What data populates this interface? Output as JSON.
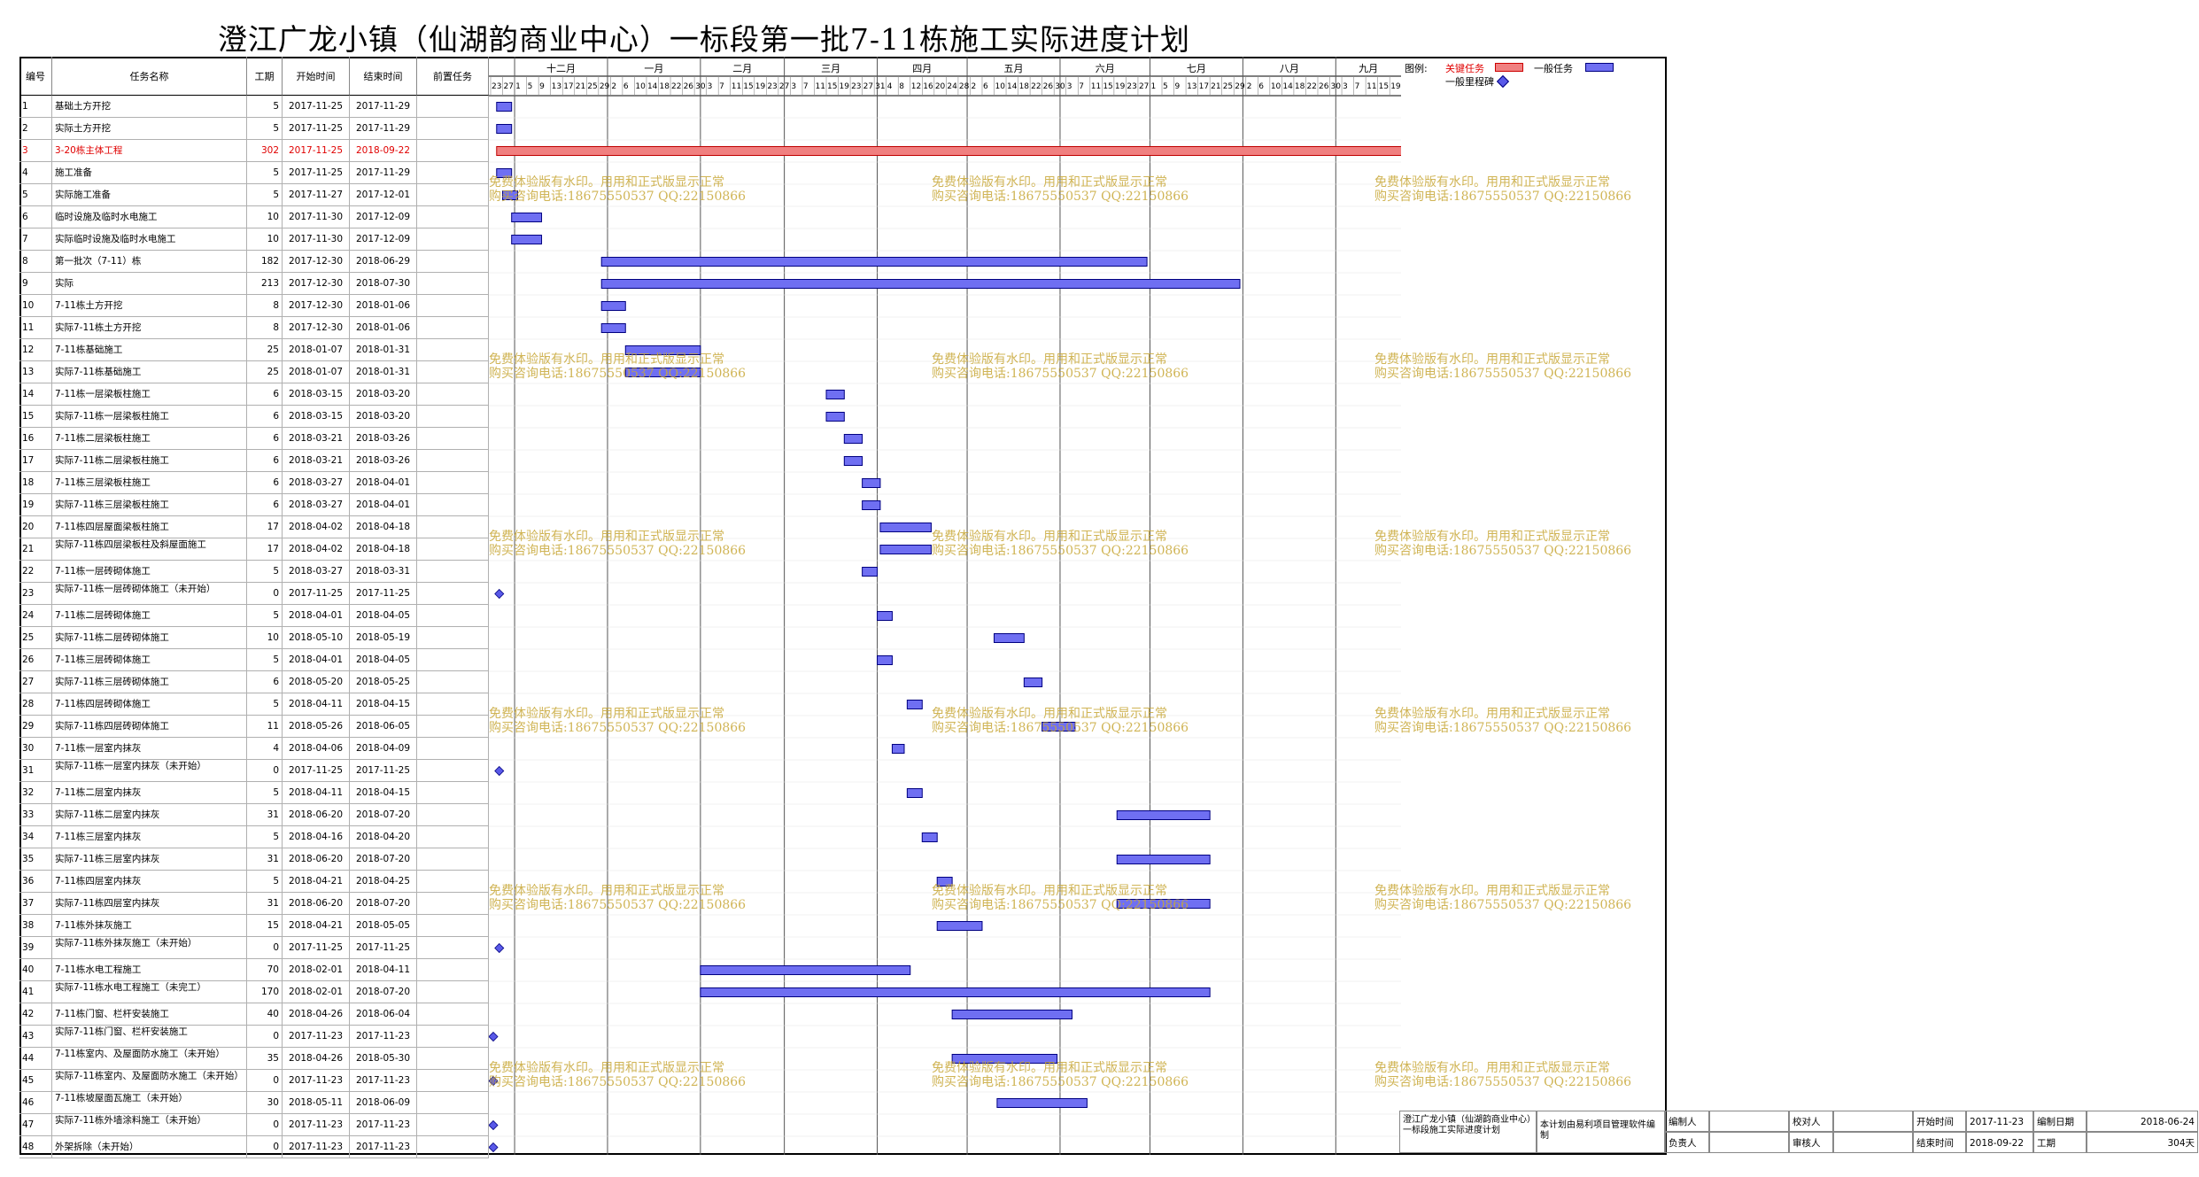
{
  "title": "澄江广龙小镇（仙湖韵商业中心）一标段第一批7-11栋施工实际进度计划",
  "columns": [
    "编号",
    "任务名称",
    "工期",
    "开始时间",
    "结束时间",
    "前置任务"
  ],
  "months": [
    "十二月",
    "一月",
    "二月",
    "三月",
    "四月",
    "五月",
    "六月",
    "七月",
    "八月",
    "九月"
  ],
  "days": [
    "23",
    "27",
    "1",
    "5",
    "9",
    "13",
    "17",
    "21",
    "25",
    "29",
    "2",
    "6",
    "10",
    "14",
    "18",
    "22",
    "26",
    "30",
    "3",
    "7",
    "11",
    "15",
    "19",
    "23",
    "27",
    "3",
    "7",
    "11",
    "15",
    "19",
    "23",
    "27",
    "31",
    "4",
    "8",
    "12",
    "16",
    "20",
    "24",
    "28",
    "2",
    "6",
    "10",
    "14",
    "18",
    "22",
    "26",
    "30",
    "3",
    "7",
    "11",
    "15",
    "19",
    "23",
    "27",
    "1",
    "5",
    "9",
    "13",
    "17",
    "21",
    "25",
    "29",
    "2",
    "6",
    "10",
    "14",
    "18",
    "22",
    "26",
    "30",
    "3",
    "7",
    "11",
    "15",
    "19"
  ],
  "legend": {
    "label": "图例:",
    "critical": "关键任务",
    "normal": "一般任务",
    "milestone": "一般里程碑"
  },
  "colors": {
    "critical": "#f08080",
    "normal": "#6f6ff2",
    "milestone": "#5959e8",
    "watermark": "#c8a838"
  },
  "watermark": {
    "line1": "免费体验版有水印。用用和正式版显示正常",
    "line2": "购买咨询电话:18675550537 QQ:22150866"
  },
  "chart_data": {
    "type": "gantt",
    "title": "澄江广龙小镇（仙湖韵商业中心）一标段第一批7-11栋施工实际进度计划",
    "x_range": [
      "2017-11-23",
      "2018-09-22"
    ],
    "tasks": [
      {
        "id": "1",
        "name": "基础土方开挖",
        "duration": 5,
        "start": "2017-11-25",
        "end": "2017-11-29",
        "kind": "normal"
      },
      {
        "id": "2",
        "name": "实际土方开挖",
        "duration": 5,
        "start": "2017-11-25",
        "end": "2017-11-29",
        "kind": "normal"
      },
      {
        "id": "3",
        "name": "3-20栋主体工程",
        "duration": 302,
        "start": "2017-11-25",
        "end": "2018-09-22",
        "kind": "critical"
      },
      {
        "id": "4",
        "name": "施工准备",
        "duration": 5,
        "start": "2017-11-25",
        "end": "2017-11-29",
        "kind": "normal"
      },
      {
        "id": "5",
        "name": "实际施工准备",
        "duration": 5,
        "start": "2017-11-27",
        "end": "2017-12-01",
        "kind": "normal"
      },
      {
        "id": "6",
        "name": "临时设施及临时水电施工",
        "duration": 10,
        "start": "2017-11-30",
        "end": "2017-12-09",
        "kind": "normal"
      },
      {
        "id": "7",
        "name": "实际临时设施及临时水电施工",
        "duration": 10,
        "start": "2017-11-30",
        "end": "2017-12-09",
        "kind": "normal"
      },
      {
        "id": "8",
        "name": "第一批次（7-11）栋",
        "duration": 182,
        "start": "2017-12-30",
        "end": "2018-06-29",
        "kind": "normal"
      },
      {
        "id": "9",
        "name": "实际",
        "duration": 213,
        "start": "2017-12-30",
        "end": "2018-07-30",
        "kind": "normal"
      },
      {
        "id": "10",
        "name": "7-11栋土方开挖",
        "duration": 8,
        "start": "2017-12-30",
        "end": "2018-01-06",
        "kind": "normal"
      },
      {
        "id": "11",
        "name": "实际7-11栋土方开挖",
        "duration": 8,
        "start": "2017-12-30",
        "end": "2018-01-06",
        "kind": "normal"
      },
      {
        "id": "12",
        "name": "7-11栋基础施工",
        "duration": 25,
        "start": "2018-01-07",
        "end": "2018-01-31",
        "kind": "normal"
      },
      {
        "id": "13",
        "name": "实际7-11栋基础施工",
        "duration": 25,
        "start": "2018-01-07",
        "end": "2018-01-31",
        "kind": "normal"
      },
      {
        "id": "14",
        "name": "7-11栋一层梁板柱施工",
        "duration": 6,
        "start": "2018-03-15",
        "end": "2018-03-20",
        "kind": "normal"
      },
      {
        "id": "15",
        "name": "实际7-11栋一层梁板柱施工",
        "duration": 6,
        "start": "2018-03-15",
        "end": "2018-03-20",
        "kind": "normal"
      },
      {
        "id": "16",
        "name": "7-11栋二层梁板柱施工",
        "duration": 6,
        "start": "2018-03-21",
        "end": "2018-03-26",
        "kind": "normal"
      },
      {
        "id": "17",
        "name": "实际7-11栋二层梁板柱施工",
        "duration": 6,
        "start": "2018-03-21",
        "end": "2018-03-26",
        "kind": "normal"
      },
      {
        "id": "18",
        "name": "7-11栋三层梁板柱施工",
        "duration": 6,
        "start": "2018-03-27",
        "end": "2018-04-01",
        "kind": "normal"
      },
      {
        "id": "19",
        "name": "实际7-11栋三层梁板柱施工",
        "duration": 6,
        "start": "2018-03-27",
        "end": "2018-04-01",
        "kind": "normal"
      },
      {
        "id": "20",
        "name": "7-11栋四层屋面梁板柱施工",
        "duration": 17,
        "start": "2018-04-02",
        "end": "2018-04-18",
        "kind": "normal"
      },
      {
        "id": "21",
        "name": "实际7-11栋四层梁板柱及斜屋面施工",
        "duration": 17,
        "start": "2018-04-02",
        "end": "2018-04-18",
        "kind": "normal"
      },
      {
        "id": "22",
        "name": "7-11栋一层砖砌体施工",
        "duration": 5,
        "start": "2018-03-27",
        "end": "2018-03-31",
        "kind": "normal"
      },
      {
        "id": "23",
        "name": "实际7-11栋一层砖砌体施工（未开始）",
        "duration": 0,
        "start": "2017-11-25",
        "end": "2017-11-25",
        "kind": "milestone"
      },
      {
        "id": "24",
        "name": "7-11栋二层砖砌体施工",
        "duration": 5,
        "start": "2018-04-01",
        "end": "2018-04-05",
        "kind": "normal"
      },
      {
        "id": "25",
        "name": "实际7-11栋二层砖砌体施工",
        "duration": 10,
        "start": "2018-05-10",
        "end": "2018-05-19",
        "kind": "normal"
      },
      {
        "id": "26",
        "name": "7-11栋三层砖砌体施工",
        "duration": 5,
        "start": "2018-04-01",
        "end": "2018-04-05",
        "kind": "normal"
      },
      {
        "id": "27",
        "name": "实际7-11栋三层砖砌体施工",
        "duration": 6,
        "start": "2018-05-20",
        "end": "2018-05-25",
        "kind": "normal"
      },
      {
        "id": "28",
        "name": "7-11栋四层砖砌体施工",
        "duration": 5,
        "start": "2018-04-11",
        "end": "2018-04-15",
        "kind": "normal"
      },
      {
        "id": "29",
        "name": "实际7-11栋四层砖砌体施工",
        "duration": 11,
        "start": "2018-05-26",
        "end": "2018-06-05",
        "kind": "normal"
      },
      {
        "id": "30",
        "name": "7-11栋一层室内抹灰",
        "duration": 4,
        "start": "2018-04-06",
        "end": "2018-04-09",
        "kind": "normal"
      },
      {
        "id": "31",
        "name": "实际7-11栋一层室内抹灰（未开始）",
        "duration": 0,
        "start": "2017-11-25",
        "end": "2017-11-25",
        "kind": "milestone"
      },
      {
        "id": "32",
        "name": "7-11栋二层室内抹灰",
        "duration": 5,
        "start": "2018-04-11",
        "end": "2018-04-15",
        "kind": "normal"
      },
      {
        "id": "33",
        "name": "实际7-11栋二层室内抹灰",
        "duration": 31,
        "start": "2018-06-20",
        "end": "2018-07-20",
        "kind": "normal"
      },
      {
        "id": "34",
        "name": "7-11栋三层室内抹灰",
        "duration": 5,
        "start": "2018-04-16",
        "end": "2018-04-20",
        "kind": "normal"
      },
      {
        "id": "35",
        "name": "实际7-11栋三层室内抹灰",
        "duration": 31,
        "start": "2018-06-20",
        "end": "2018-07-20",
        "kind": "normal"
      },
      {
        "id": "36",
        "name": "7-11栋四层室内抹灰",
        "duration": 5,
        "start": "2018-04-21",
        "end": "2018-04-25",
        "kind": "normal"
      },
      {
        "id": "37",
        "name": "实际7-11栋四层室内抹灰",
        "duration": 31,
        "start": "2018-06-20",
        "end": "2018-07-20",
        "kind": "normal"
      },
      {
        "id": "38",
        "name": "7-11栋外抹灰施工",
        "duration": 15,
        "start": "2018-04-21",
        "end": "2018-05-05",
        "kind": "normal"
      },
      {
        "id": "39",
        "name": "实际7-11栋外抹灰施工（未开始）",
        "duration": 0,
        "start": "2017-11-25",
        "end": "2017-11-25",
        "kind": "milestone"
      },
      {
        "id": "40",
        "name": "7-11栋水电工程施工",
        "duration": 70,
        "start": "2018-02-01",
        "end": "2018-04-11",
        "kind": "normal"
      },
      {
        "id": "41",
        "name": "实际7-11栋水电工程施工（未完工）",
        "duration": 170,
        "start": "2018-02-01",
        "end": "2018-07-20",
        "kind": "normal"
      },
      {
        "id": "42",
        "name": "7-11栋门窗、栏杆安装施工",
        "duration": 40,
        "start": "2018-04-26",
        "end": "2018-06-04",
        "kind": "normal"
      },
      {
        "id": "43",
        "name": "实际7-11栋门窗、栏杆安装施工",
        "duration": 0,
        "start": "2017-11-23",
        "end": "2017-11-23",
        "kind": "milestone"
      },
      {
        "id": "44",
        "name": "7-11栋室内、及屋面防水施工（未开始）",
        "duration": 35,
        "start": "2018-04-26",
        "end": "2018-05-30",
        "kind": "normal"
      },
      {
        "id": "45",
        "name": "实际7-11栋室内、及屋面防水施工（未开始）",
        "duration": 0,
        "start": "2017-11-23",
        "end": "2017-11-23",
        "kind": "milestone"
      },
      {
        "id": "46",
        "name": "7-11栋坡屋面瓦施工（未开始）",
        "duration": 30,
        "start": "2018-05-11",
        "end": "2018-06-09",
        "kind": "normal"
      },
      {
        "id": "47",
        "name": "实际7-11栋外墙涂料施工（未开始）",
        "duration": 0,
        "start": "2017-11-23",
        "end": "2017-11-23",
        "kind": "milestone"
      },
      {
        "id": "48",
        "name": "外架拆除（未开始）",
        "duration": 0,
        "start": "2017-11-23",
        "end": "2017-11-23",
        "kind": "milestone"
      }
    ]
  },
  "footer": {
    "project": "澄江广龙小镇（仙湖韵商业中心）一标段施工实际进度计划",
    "software": "本计划由易利项目管理软件编制",
    "editor_label": "编制人",
    "checker_label": "校对人",
    "start_label": "开始时间",
    "start_value": "2017-11-23",
    "edit_date_label": "编制日期",
    "edit_date_value": "2018-06-24",
    "owner_label": "负责人",
    "reviewer_label": "审核人",
    "end_label": "结束时间",
    "end_value": "2018-09-22",
    "duration_label": "工期",
    "duration_value": "304天"
  }
}
